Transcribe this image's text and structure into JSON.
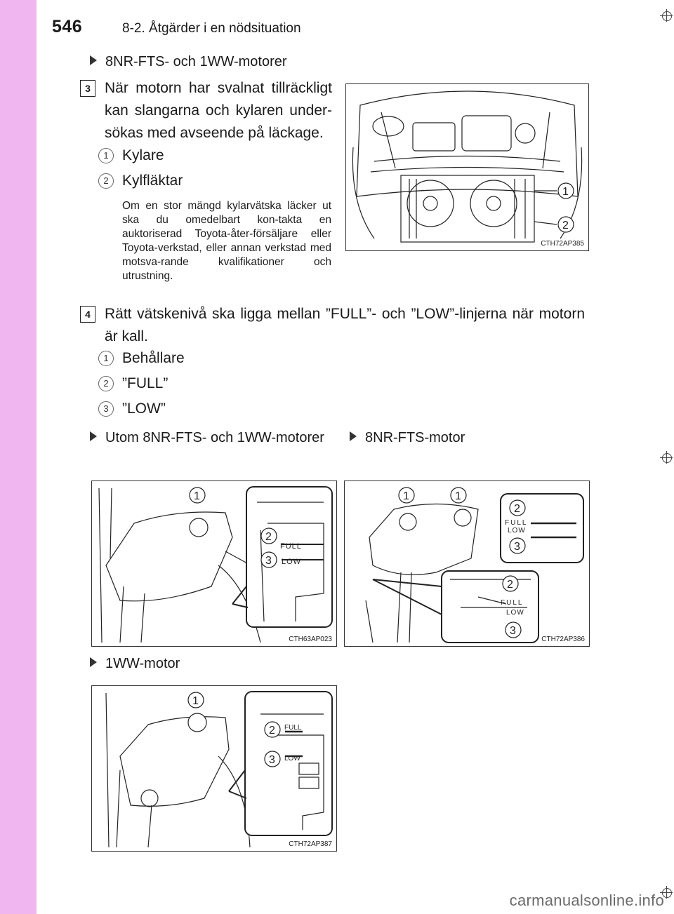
{
  "header": {
    "page_number": "546",
    "section_title": "8-2. Åtgärder i en nödsituation"
  },
  "step3": {
    "subheading": "8NR-FTS- och 1WW-motorer",
    "step_number": "3",
    "text": "När motorn har svalnat tillräckligt kan slangarna och kylaren under-sökas med avseende på läckage.",
    "items": [
      {
        "num": "1",
        "label": "Kylare"
      },
      {
        "num": "2",
        "label": "Kylfläktar"
      }
    ],
    "note": "Om en stor mängd kylarvätska läcker ut ska du omedelbart kon-takta en auktoriserad Toyota-åter-försäljare eller Toyota-verkstad, eller annan verkstad med motsva-rande kvalifikationer och utrustning.",
    "figure": {
      "code": "CTH72AP385",
      "callouts": [
        "1",
        "2"
      ]
    }
  },
  "step4": {
    "step_number": "4",
    "text": "Rätt vätskenivå ska ligga mellan ”FULL”- och ”LOW”-linjerna när motorn är kall.",
    "items": [
      {
        "num": "1",
        "label": "Behållare"
      },
      {
        "num": "2",
        "label": "”FULL”"
      },
      {
        "num": "3",
        "label": "”LOW”"
      }
    ]
  },
  "variants": {
    "left_heading": "Utom 8NR-FTS- och 1WW-motorer",
    "right_heading": "8NR-FTS-motor",
    "bottom_heading": "1WW-motor"
  },
  "figures": {
    "left": {
      "code": "CTH63AP023",
      "callouts": [
        "1",
        "2",
        "3"
      ],
      "full": "FULL",
      "low": "LOW"
    },
    "right": {
      "code": "CTH72AP386",
      "callouts": [
        "1",
        "1",
        "2",
        "3",
        "2",
        "3"
      ],
      "full": "FULL",
      "low": "LOW"
    },
    "bottom": {
      "code": "CTH72AP387",
      "callouts": [
        "1",
        "2",
        "3"
      ],
      "full": "FULL",
      "low": "LOW"
    }
  },
  "watermark": "carmanualsonline.info",
  "colors": {
    "sidebar": "#f0b6f0"
  }
}
